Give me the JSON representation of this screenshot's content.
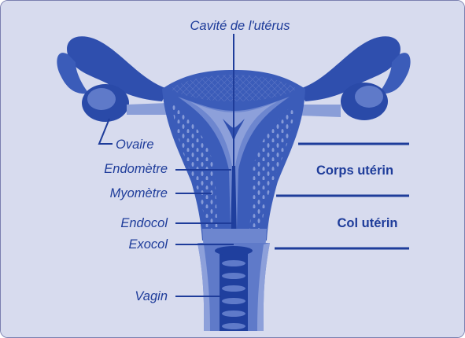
{
  "labels": {
    "cavity": "Cavité de l'utérus",
    "ovary": "Ovaire",
    "endometrium": "Endomètre",
    "myometrium": "Myomètre",
    "endocervix": "Endocol",
    "exocervix": "Exocol",
    "vagina": "Vagin",
    "uterine_body": "Corps utérin",
    "cervix": "Col utérin"
  },
  "colors": {
    "background": "#d7dbee",
    "label_text": "#1e3c9a",
    "organ_dark": "#1f3f9e",
    "organ_mid": "#3b5cb9",
    "organ_light": "#6d86cf",
    "organ_pale": "#8da0da",
    "leader_line": "#1e3c9a"
  }
}
